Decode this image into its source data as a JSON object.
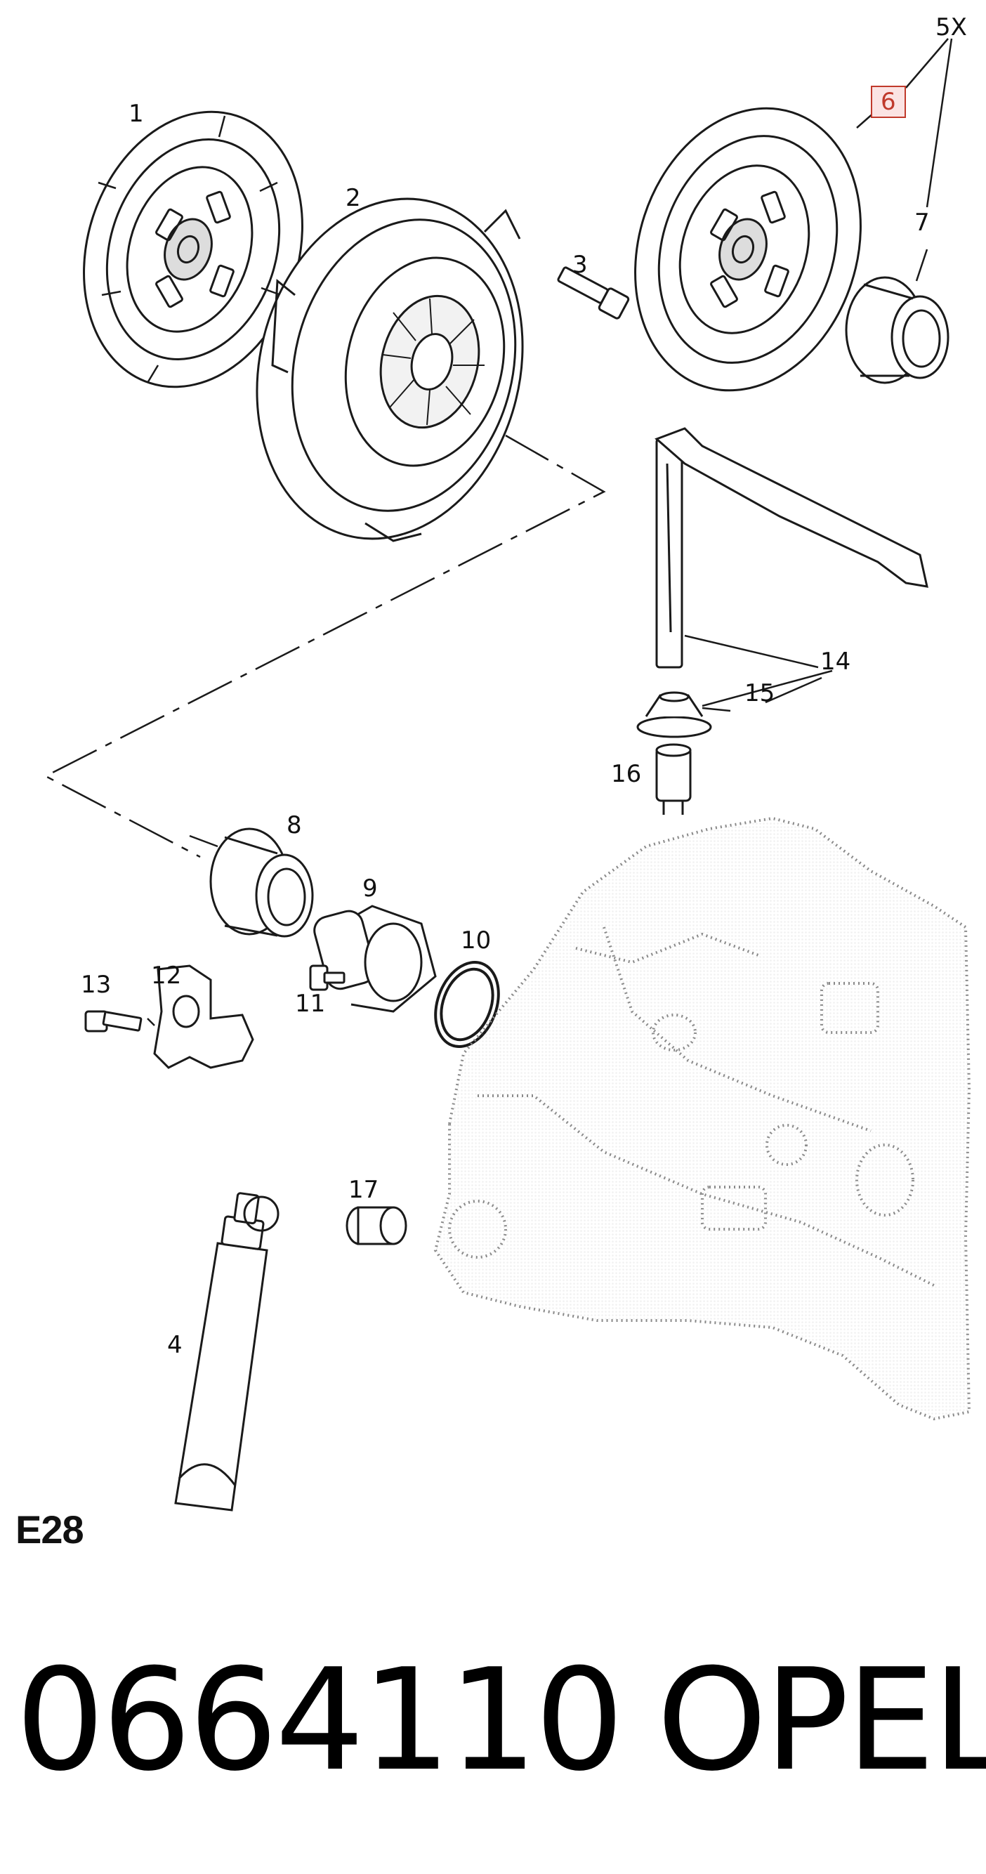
{
  "callouts": {
    "c1": "1",
    "c2": "2",
    "c3": "3",
    "c4": "4",
    "c5x": "5X",
    "c6": "6",
    "c7": "7",
    "c8": "8",
    "c9": "9",
    "c10": "10",
    "c11": "11",
    "c12": "12",
    "c13": "13",
    "c14": "14",
    "c15": "15",
    "c16": "16",
    "c17": "17"
  },
  "section_code": "E28",
  "part_number": "0664110",
  "brand": "OPEL",
  "colors": {
    "line": "#1a1a1a",
    "highlight": "#c0392b",
    "highlight_fill": "#fbe3e3",
    "housing": "#9a9a9a"
  }
}
